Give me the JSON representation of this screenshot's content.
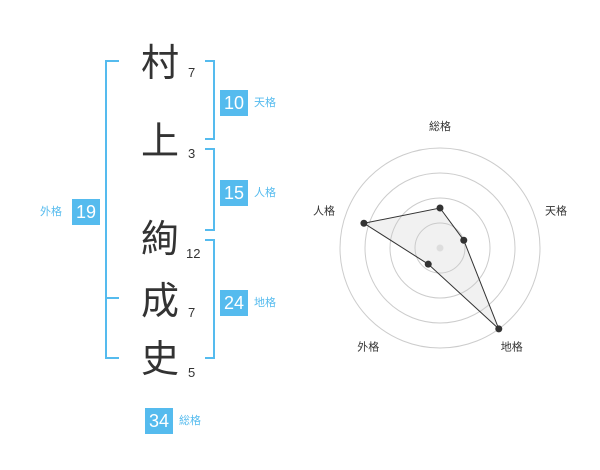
{
  "name_chars": [
    {
      "char": "村",
      "strokes": "7"
    },
    {
      "char": "上",
      "strokes": "3"
    },
    {
      "char": "絢",
      "strokes": "12"
    },
    {
      "char": "成",
      "strokes": "7"
    },
    {
      "char": "史",
      "strokes": "5"
    }
  ],
  "fortunes": {
    "tenkaku": {
      "value": "10",
      "label": "天格"
    },
    "jinkaku": {
      "value": "15",
      "label": "人格"
    },
    "chikaku": {
      "value": "24",
      "label": "地格"
    },
    "gaikaku": {
      "value": "19",
      "label": "外格"
    },
    "soukaku": {
      "value": "34",
      "label": "総格"
    }
  },
  "colors": {
    "accent": "#55bbee",
    "text": "#333333",
    "grid": "#cccccc"
  },
  "chart_data": {
    "type": "radar",
    "axes": [
      "総格",
      "天格",
      "地格",
      "外格",
      "人格"
    ],
    "rings": 4,
    "values": [
      0.4,
      0.25,
      1.0,
      0.2,
      0.8
    ]
  }
}
